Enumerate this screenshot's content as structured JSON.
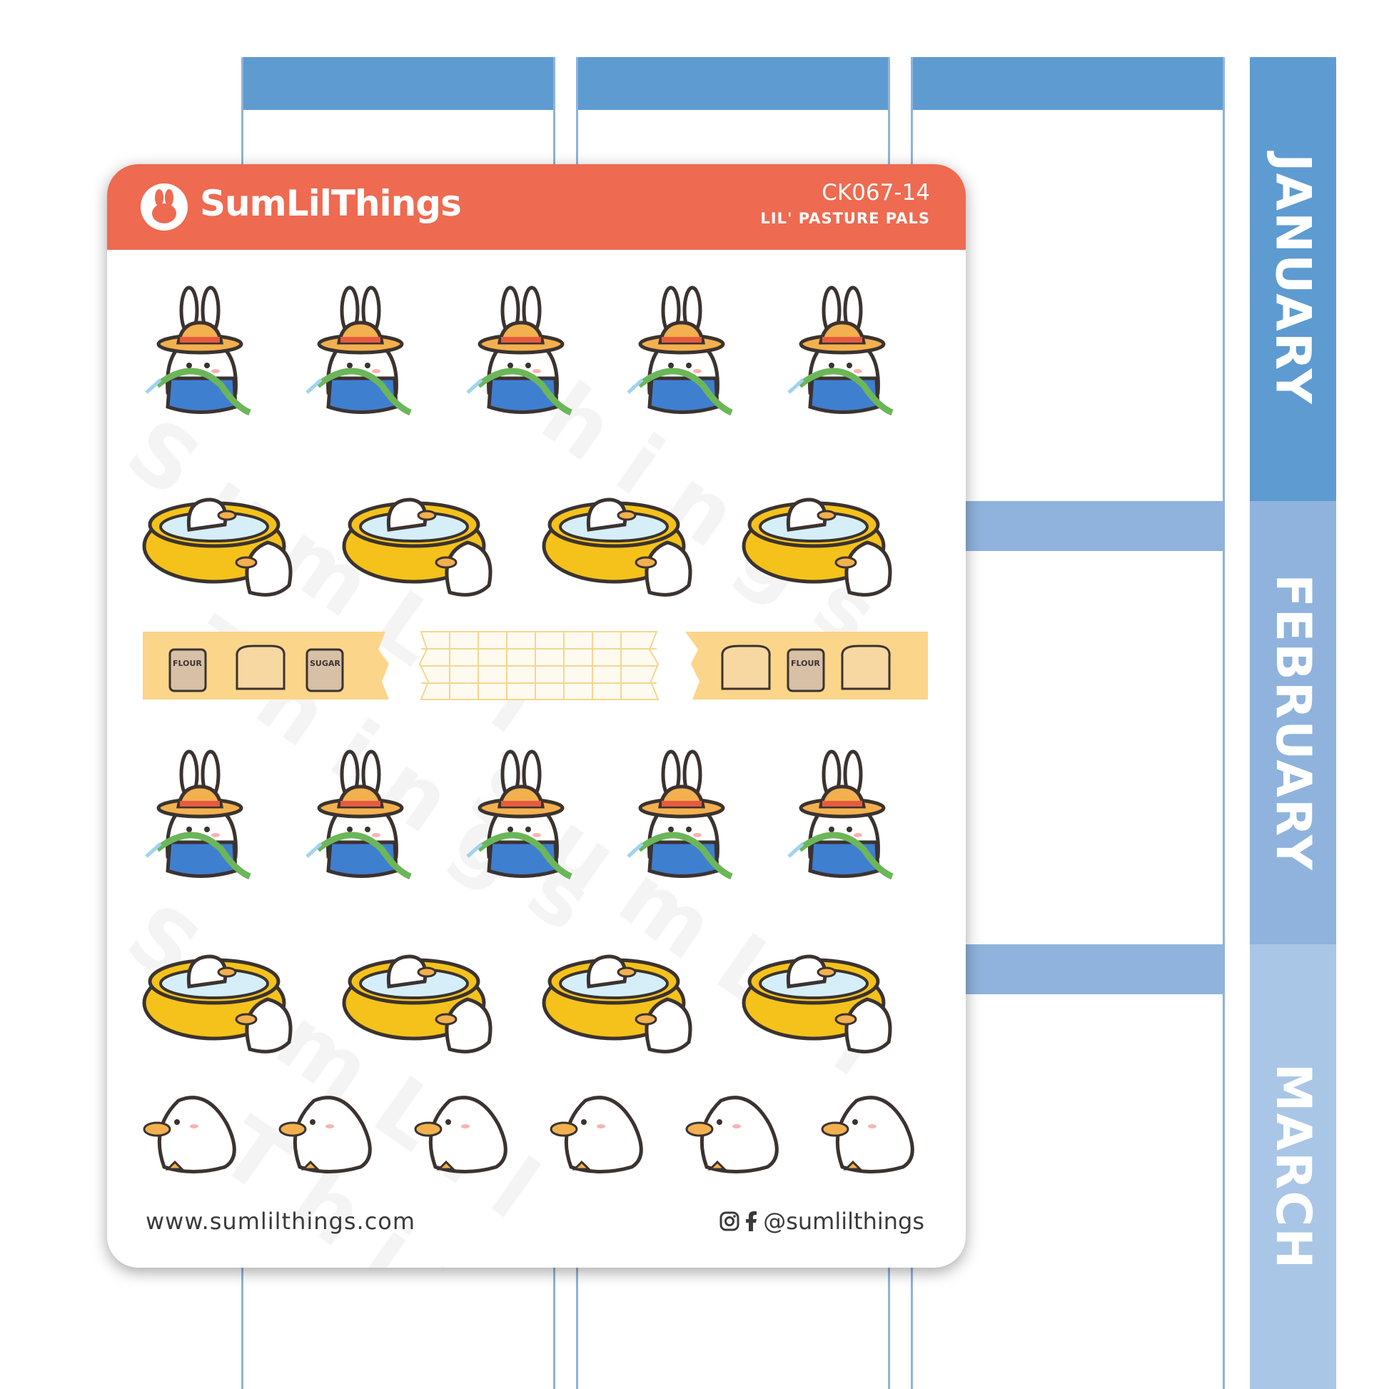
{
  "planner": {
    "months": [
      "JANUARY",
      "FEBRUARY",
      "MARCH"
    ]
  },
  "sheet": {
    "brand_name": "SumLilThings",
    "code": "CK067-14",
    "collection": "LIL' PASTURE PALS",
    "website": "www.sumlilthings.com",
    "social_handle": "@sumlilthings",
    "washi_labels": {
      "flour": "FLOUR",
      "sugar": "SUGAR"
    }
  },
  "colors": {
    "header": "#ee6a50",
    "planner_blue": "#5e9bd1",
    "planner_blue_light": "#8fb3dc",
    "pool_yellow": "#f5c21b",
    "overalls_blue": "#3f7fd0",
    "hat_orange": "#f3b04f"
  },
  "icons": [
    "bunny-logo-icon",
    "instagram-icon",
    "facebook-icon"
  ]
}
